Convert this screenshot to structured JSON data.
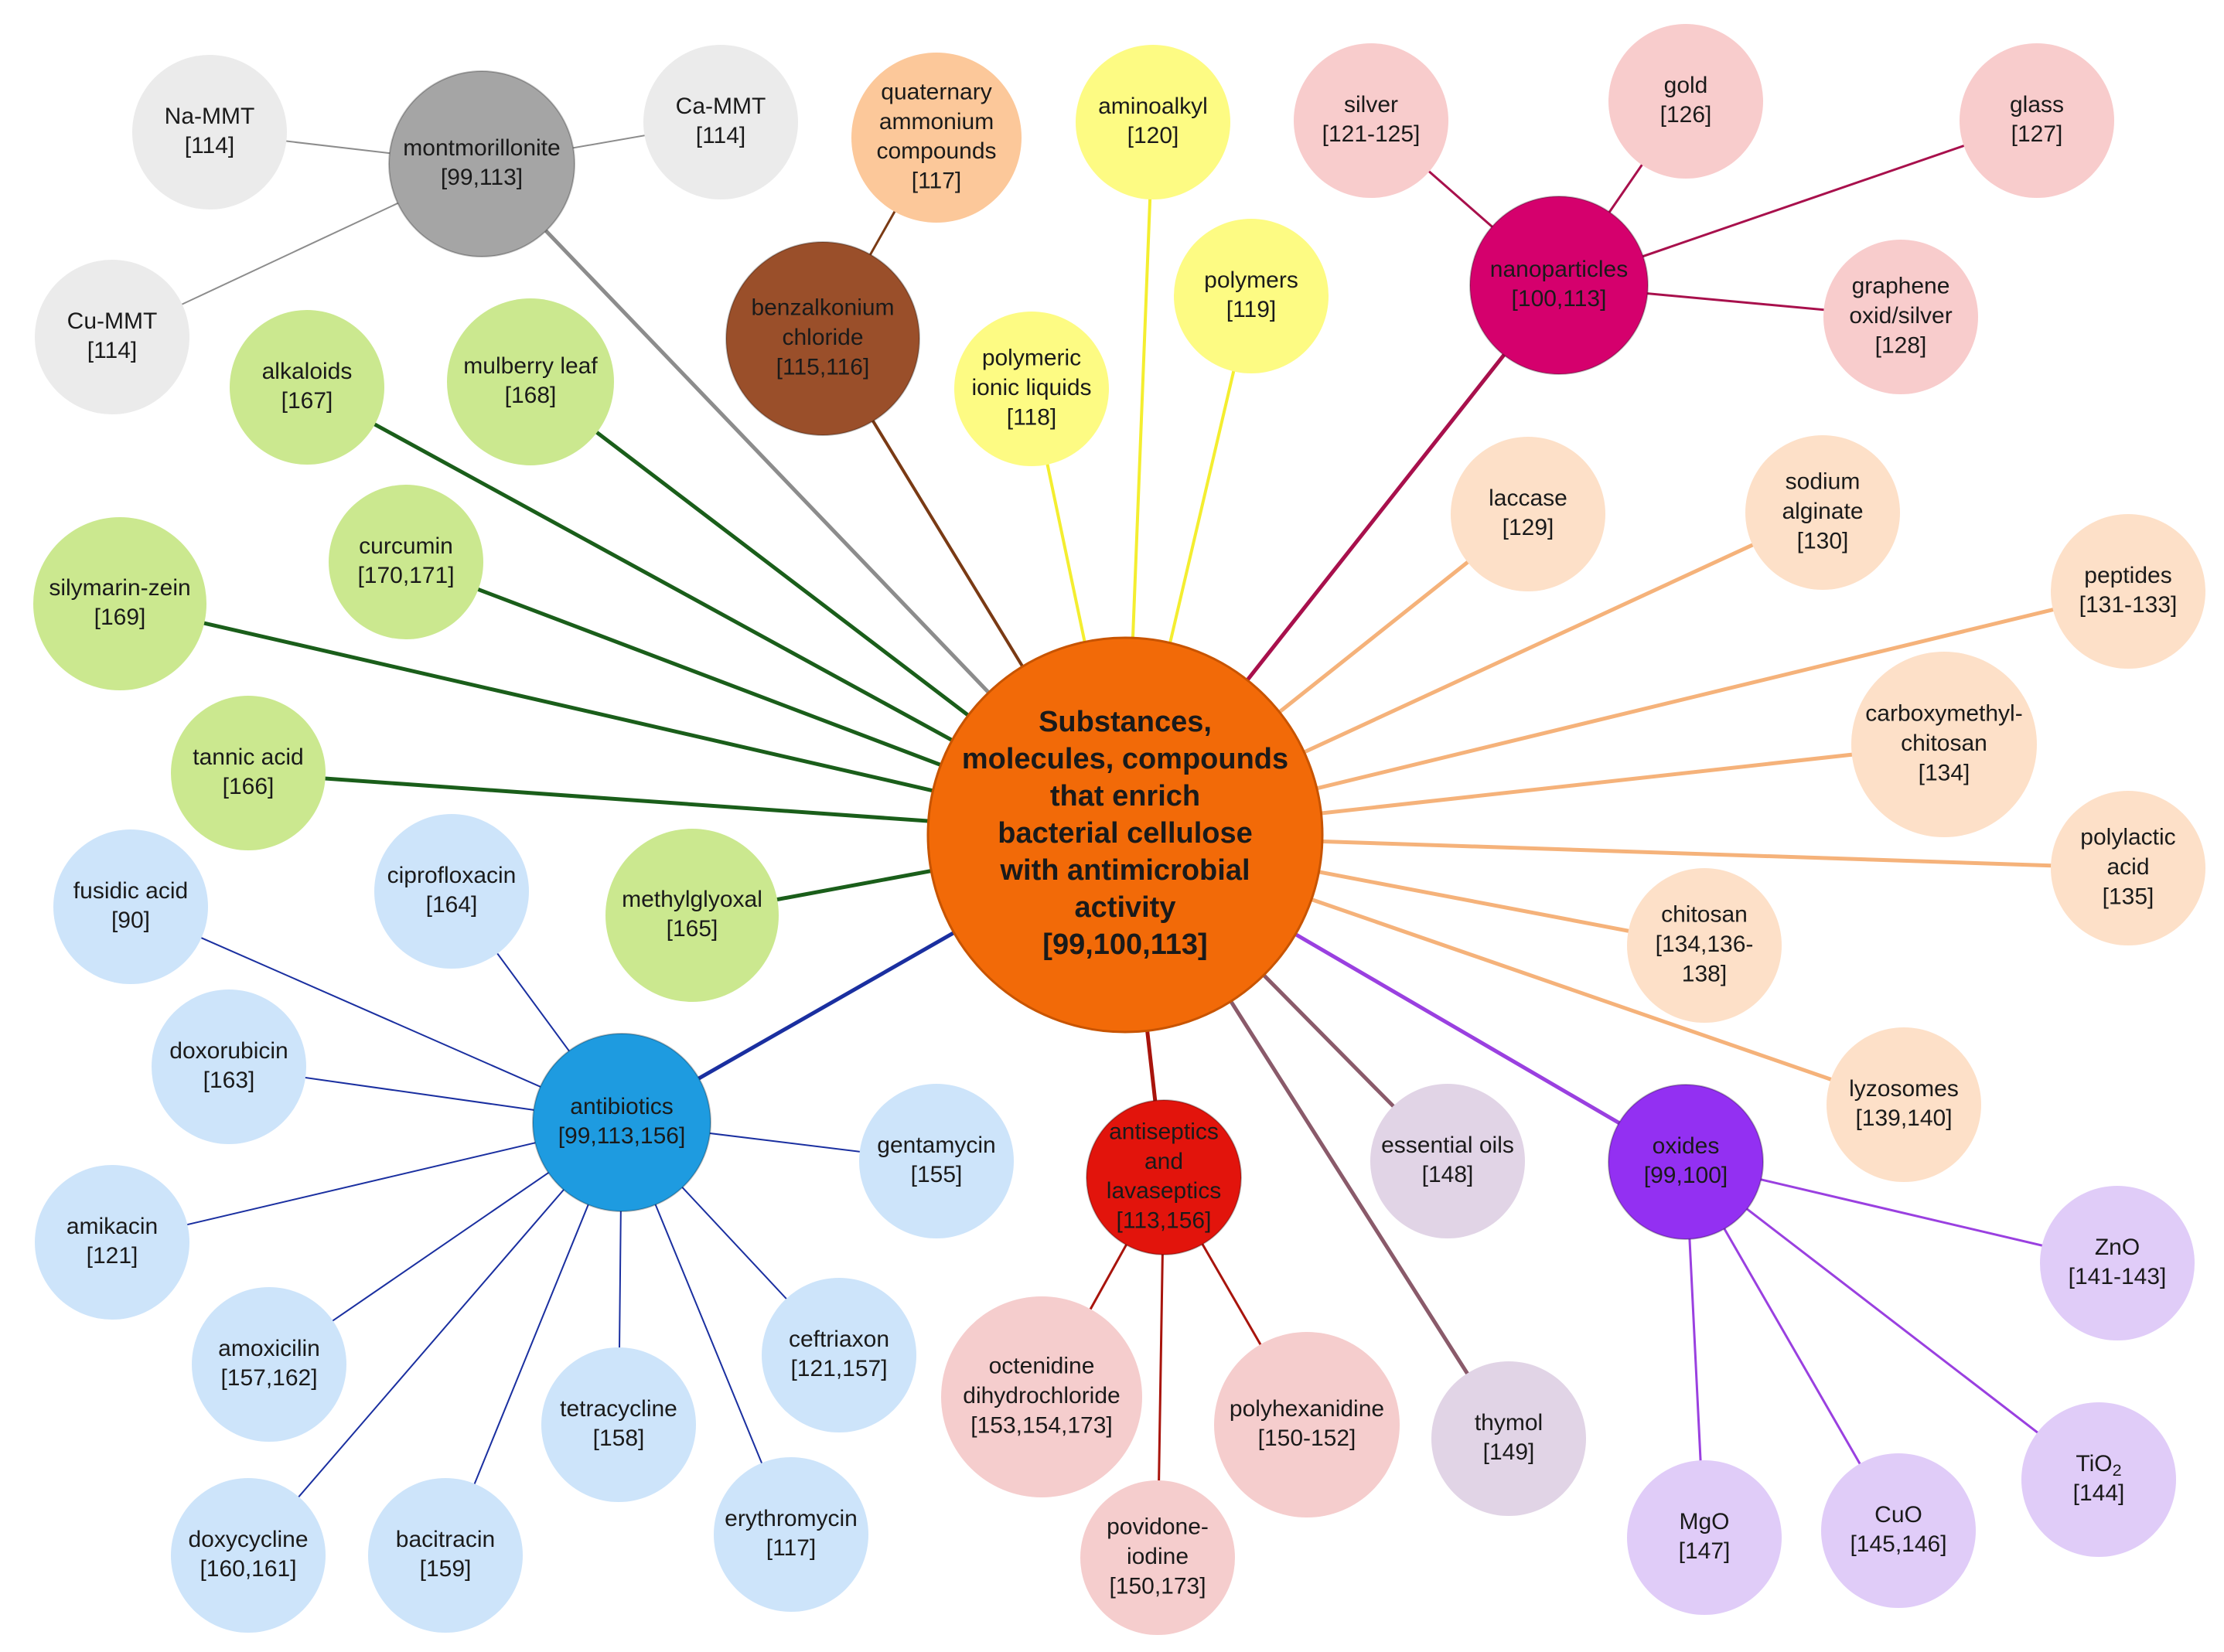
{
  "colors": {
    "center": "#f26a08",
    "gray_hub": "#a5a5a5",
    "gray_leaf": "#ebebeb",
    "gray_line": "#8c8c8c",
    "brown_hub": "#9a4f2a",
    "brown_line": "#7a3a14",
    "orange_leaf": "#fcc89a",
    "orange_line": "#f0b070",
    "yellow_leaf": "#fdfb83",
    "yellow_line": "#f4ee30",
    "magenta_hub": "#d5006d",
    "magenta_line": "#a8104c",
    "pink_leaf": "#f8cccc",
    "peach_leaf": "#fde0c8",
    "peach_line": "#f5b27a",
    "green_leaf": "#cbe88f",
    "green_line": "#1a5e1a",
    "blue_hub": "#1e9be0",
    "blue_leaf": "#cde4fa",
    "blue_line": "#1a2fa0",
    "red_hub": "#e2140c",
    "red_leaf": "#f5cdcd",
    "red_line": "#a8140c",
    "mauve_leaf": "#e1d4e6",
    "mauve_line": "#8a5a6a",
    "purple_hub": "#9330f2",
    "purple_leaf": "#e0ccf8",
    "purple_line": "#9a40e0"
  },
  "center": {
    "lines": [
      "Substances,",
      "molecules, compounds",
      "that enrich",
      "bacterial cellulose",
      "with antimicrobial",
      "activity",
      "[99,100,113]"
    ]
  },
  "nodes": [
    {
      "id": "montmorillonite",
      "name": "montmorillonite",
      "ref": "[99,113]",
      "lines": [
        "montmorillonite",
        "[99,113]"
      ]
    },
    {
      "id": "na-mmt",
      "name": "Na-MMT",
      "ref": "[114]",
      "lines": [
        "Na-MMT",
        "[114]"
      ]
    },
    {
      "id": "ca-mmt",
      "name": "Ca-MMT",
      "ref": "[114]",
      "lines": [
        "Ca-MMT",
        "[114]"
      ]
    },
    {
      "id": "cu-mmt",
      "name": "Cu-MMT",
      "ref": "[114]",
      "lines": [
        "Cu-MMT",
        "[114]"
      ]
    },
    {
      "id": "quaternary-ammonium",
      "name": "quaternary ammonium compounds",
      "ref": "[117]",
      "lines": [
        "quaternary",
        "ammonium",
        "compounds",
        "[117]"
      ]
    },
    {
      "id": "benzalkonium",
      "name": "benzalkonium chloride",
      "ref": "[115,116]",
      "lines": [
        "benzalkonium",
        "chloride",
        "[115,116]"
      ]
    },
    {
      "id": "aminoalkyl",
      "name": "aminoalkyl",
      "ref": "[120]",
      "lines": [
        "aminoalkyl",
        "[120]"
      ]
    },
    {
      "id": "polymers",
      "name": "polymers",
      "ref": "[119]",
      "lines": [
        "polymers",
        "[119]"
      ]
    },
    {
      "id": "polymeric-ionic-liquids",
      "name": "polymeric ionic liquids",
      "ref": "[118]",
      "lines": [
        "polymeric",
        "ionic liquids",
        "[118]"
      ]
    },
    {
      "id": "nanoparticles",
      "name": "nanoparticles",
      "ref": "[100,113]",
      "lines": [
        "nanoparticles",
        "[100,113]"
      ]
    },
    {
      "id": "silver",
      "name": "silver",
      "ref": "[121-125]",
      "lines": [
        "silver",
        "[121-125]"
      ]
    },
    {
      "id": "gold",
      "name": "gold",
      "ref": "[126]",
      "lines": [
        "gold",
        "[126]"
      ]
    },
    {
      "id": "glass",
      "name": "glass",
      "ref": "[127]",
      "lines": [
        "glass",
        "[127]"
      ]
    },
    {
      "id": "graphene-oxid-silver",
      "name": "graphene oxid/silver",
      "ref": "[128]",
      "lines": [
        "graphene",
        "oxid/silver",
        "[128]"
      ]
    },
    {
      "id": "laccase",
      "name": "laccase",
      "ref": "[129]",
      "lines": [
        "laccase",
        "[129]"
      ]
    },
    {
      "id": "sodium-alginate",
      "name": "sodium alginate",
      "ref": "[130]",
      "lines": [
        "sodium",
        "alginate",
        "[130]"
      ]
    },
    {
      "id": "peptides",
      "name": "peptides",
      "ref": "[131-133]",
      "lines": [
        "peptides",
        "[131-133]"
      ]
    },
    {
      "id": "carboxymethyl-chitosan",
      "name": "carboxymethyl-chitosan",
      "ref": "[134]",
      "lines": [
        "carboxymethyl-",
        "chitosan",
        "[134]"
      ]
    },
    {
      "id": "polylactic-acid",
      "name": "polylactic acid",
      "ref": "[135]",
      "lines": [
        "polylactic",
        "acid",
        "[135]"
      ]
    },
    {
      "id": "chitosan",
      "name": "chitosan",
      "ref": "[134,136-138]",
      "lines": [
        "chitosan",
        "[134,136-",
        "138]"
      ]
    },
    {
      "id": "lyzosomes",
      "name": "lyzosomes",
      "ref": "[139,140]",
      "lines": [
        "lyzosomes",
        "[139,140]"
      ]
    },
    {
      "id": "oxides",
      "name": "oxides",
      "ref": "[99,100]",
      "lines": [
        "oxides",
        "[99,100]"
      ]
    },
    {
      "id": "zno",
      "name": "ZnO",
      "ref": "[141-143]",
      "lines": [
        "ZnO",
        "[141-143]"
      ]
    },
    {
      "id": "tio2",
      "name": "TiO2",
      "ref": "[144]",
      "lines": [
        "TiO2",
        "[144]"
      ]
    },
    {
      "id": "cuo",
      "name": "CuO",
      "ref": "[145,146]",
      "lines": [
        "CuO",
        "[145,146]"
      ]
    },
    {
      "id": "mgo",
      "name": "MgO",
      "ref": "[147]",
      "lines": [
        "MgO",
        "[147]"
      ]
    },
    {
      "id": "essential-oils",
      "name": "essential oils",
      "ref": "[148]",
      "lines": [
        "essential oils",
        "[148]"
      ]
    },
    {
      "id": "thymol",
      "name": "thymol",
      "ref": "[149]",
      "lines": [
        "thymol",
        "[149]"
      ]
    },
    {
      "id": "antiseptics",
      "name": "antiseptics and lavaseptics",
      "ref": "[113,156]",
      "lines": [
        "antiseptics",
        "and",
        "lavaseptics",
        "[113,156]"
      ]
    },
    {
      "id": "octenidine",
      "name": "octenidine dihydrochloride",
      "ref": "[153,154,173]",
      "lines": [
        "octenidine",
        "dihydrochloride",
        "[153,154,173]"
      ]
    },
    {
      "id": "polyhexanidine",
      "name": "polyhexanidine",
      "ref": "[150-152]",
      "lines": [
        "polyhexanidine",
        "[150-152]"
      ]
    },
    {
      "id": "povidone-iodine",
      "name": "povidone-iodine",
      "ref": "[150,173]",
      "lines": [
        "povidone-",
        "iodine",
        "[150,173]"
      ]
    },
    {
      "id": "antibiotics",
      "name": "antibiotics",
      "ref": "[99,113,156]",
      "lines": [
        "antibiotics",
        "[99,113,156]"
      ]
    },
    {
      "id": "fusidic-acid",
      "name": "fusidic acid",
      "ref": "[90]",
      "lines": [
        "fusidic acid",
        "[90]"
      ]
    },
    {
      "id": "ciprofloxacin",
      "name": "ciprofloxacin",
      "ref": "[164]",
      "lines": [
        "ciprofloxacin",
        "[164]"
      ]
    },
    {
      "id": "doxorubicin",
      "name": "doxorubicin",
      "ref": "[163]",
      "lines": [
        "doxorubicin",
        "[163]"
      ]
    },
    {
      "id": "amikacin",
      "name": "amikacin",
      "ref": "[121]",
      "lines": [
        "amikacin",
        "[121]"
      ]
    },
    {
      "id": "amoxicilin",
      "name": "amoxicilin",
      "ref": "[157,162]",
      "lines": [
        "amoxicilin",
        "[157,162]"
      ]
    },
    {
      "id": "doxycycline",
      "name": "doxycycline",
      "ref": "[160,161]",
      "lines": [
        "doxycycline",
        "[160,161]"
      ]
    },
    {
      "id": "bacitracin",
      "name": "bacitracin",
      "ref": "[159]",
      "lines": [
        "bacitracin",
        "[159]"
      ]
    },
    {
      "id": "tetracycline",
      "name": "tetracycline",
      "ref": "[158]",
      "lines": [
        "tetracycline",
        "[158]"
      ]
    },
    {
      "id": "erythromycin",
      "name": "erythromycin",
      "ref": "[117]",
      "lines": [
        "erythromycin",
        "[117]"
      ]
    },
    {
      "id": "ceftriaxon",
      "name": "ceftriaxon",
      "ref": "[121,157]",
      "lines": [
        "ceftriaxon",
        "[121,157]"
      ]
    },
    {
      "id": "gentamycin",
      "name": "gentamycin",
      "ref": "[155]",
      "lines": [
        "gentamycin",
        "[155]"
      ]
    },
    {
      "id": "alkaloids",
      "name": "alkaloids",
      "ref": "[167]",
      "lines": [
        "alkaloids",
        "[167]"
      ]
    },
    {
      "id": "mulberry-leaf",
      "name": "mulberry leaf",
      "ref": "[168]",
      "lines": [
        "mulberry leaf",
        "[168]"
      ]
    },
    {
      "id": "curcumin",
      "name": "curcumin",
      "ref": "[170,171]",
      "lines": [
        "curcumin",
        "[170,171]"
      ]
    },
    {
      "id": "silymarin-zein",
      "name": "silymarin-zein",
      "ref": "[169]",
      "lines": [
        "silymarin-zein",
        "[169]"
      ]
    },
    {
      "id": "tannic-acid",
      "name": "tannic acid",
      "ref": "[166]",
      "lines": [
        "tannic acid",
        "[166]"
      ]
    },
    {
      "id": "methylglyoxal",
      "name": "methylglyoxal",
      "ref": "[165]",
      "lines": [
        "methylglyoxal",
        "[165]"
      ]
    }
  ]
}
